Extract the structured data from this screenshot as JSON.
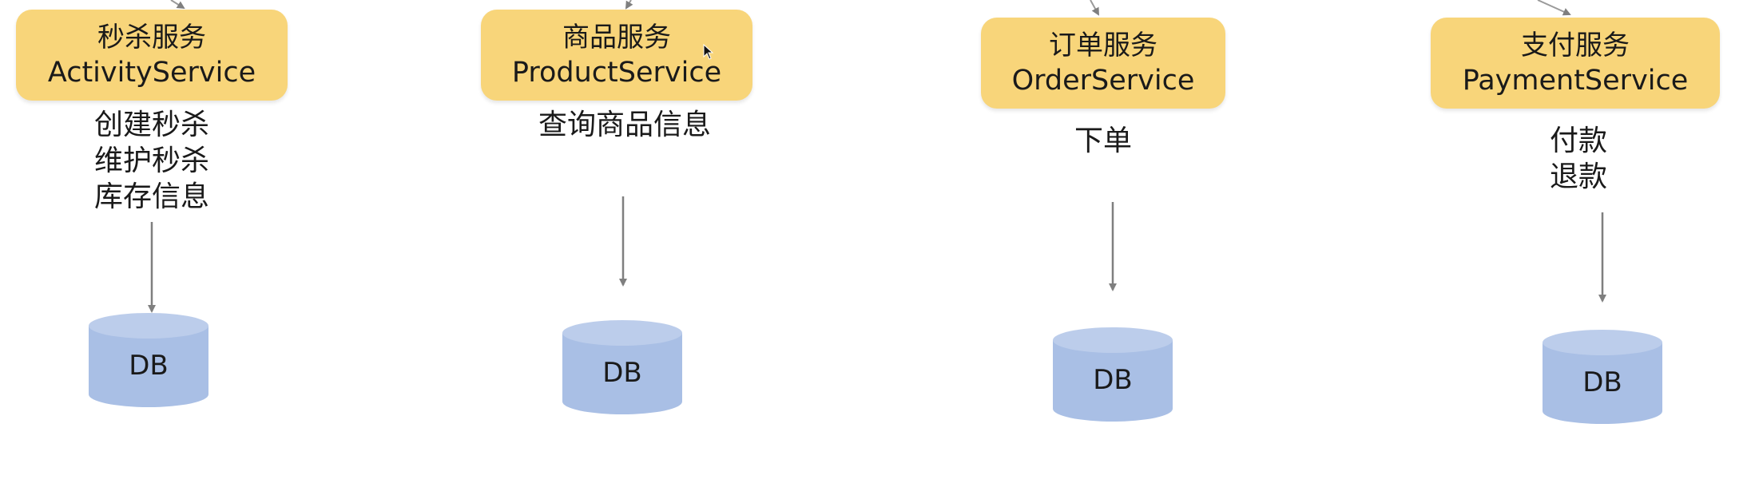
{
  "colors": {
    "service_fill": "#f8d57a",
    "db_fill": "#a9bfe5",
    "db_top": "#bccdeb",
    "arrow": "#7f7f7f"
  },
  "services": [
    {
      "name_cn": "秒杀服务",
      "name_en": "ActivityService",
      "functions": [
        "创建秒杀",
        "维护秒杀",
        "库存信息"
      ],
      "db": "DB"
    },
    {
      "name_cn": "商品服务",
      "name_en": "ProductService",
      "functions": [
        "查询商品信息"
      ],
      "db": "DB"
    },
    {
      "name_cn": "订单服务",
      "name_en": "OrderService",
      "functions": [
        "下单"
      ],
      "db": "DB"
    },
    {
      "name_cn": "支付服务",
      "name_en": "PaymentService",
      "functions": [
        "付款",
        "退款"
      ],
      "db": "DB"
    }
  ]
}
